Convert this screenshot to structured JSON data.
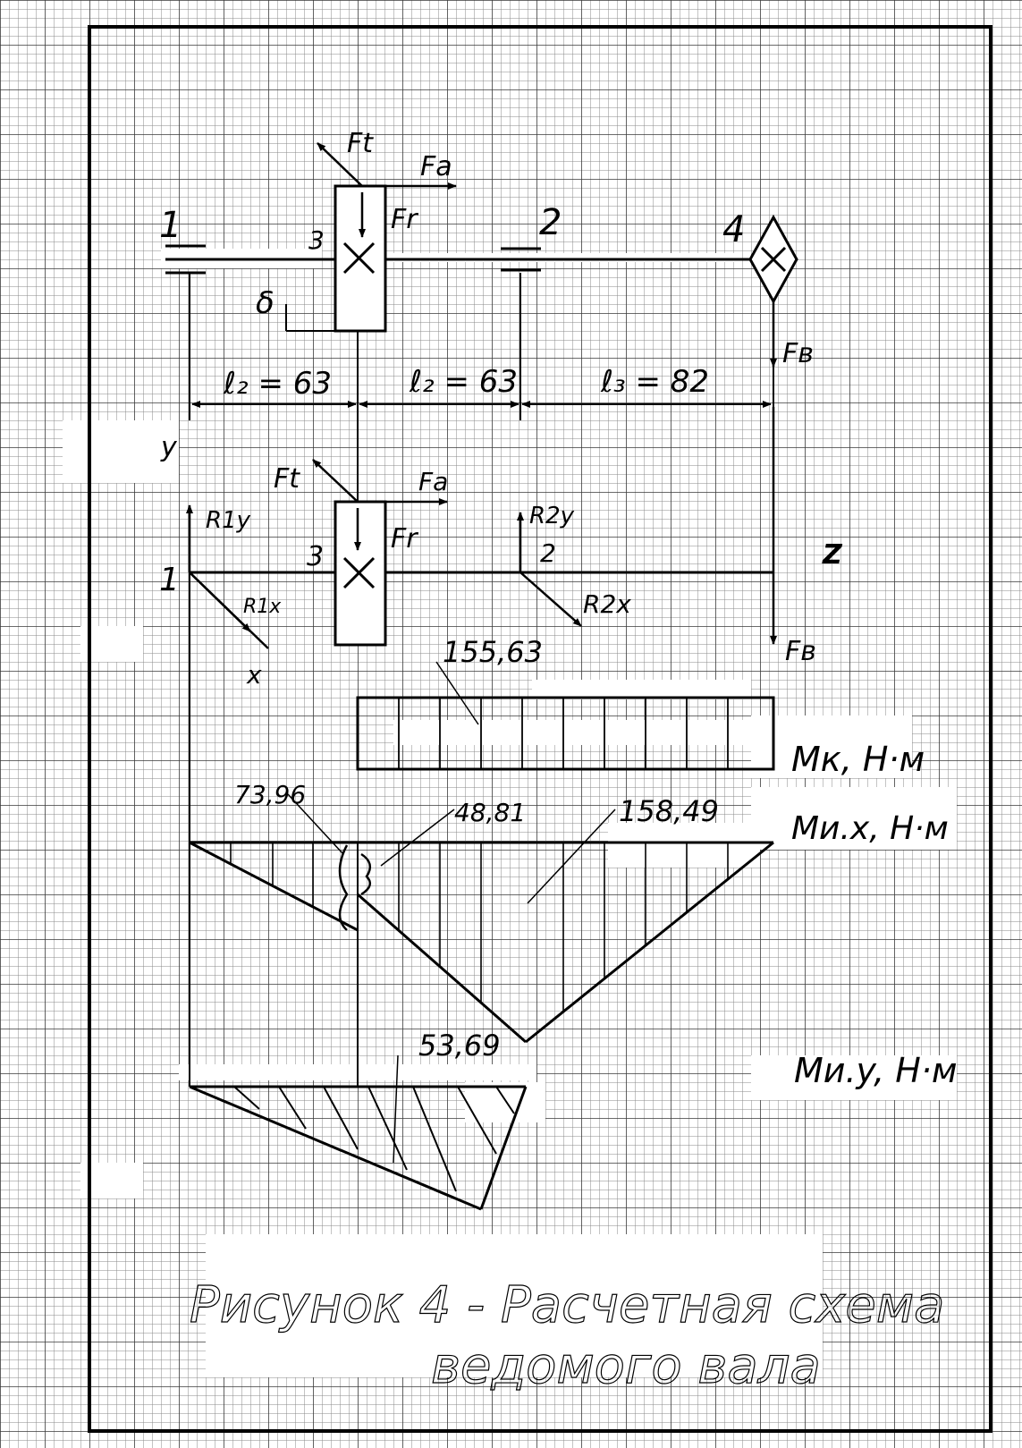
{
  "labels": {
    "ft": "Ft",
    "fa": "Fa",
    "fr": "Fr",
    "fv": "Fв",
    "delta": "δ",
    "pt1": "1",
    "pt2": "2",
    "pt3": "3",
    "pt4": "4",
    "dim1": "ℓ₂ = 63",
    "dim2": "ℓ₂ = 63",
    "dim3": "ℓ₃ = 82",
    "y_axis": "y",
    "x_axis": "x",
    "z_axis": "Z",
    "r1y": "R1y",
    "r1x": "R1x",
    "r2y": "R2y",
    "r2x": "R2x"
  },
  "diagrams": {
    "mk_label": "Mк, Н·м",
    "mk_value": "155,63",
    "mix_label": "Mи.x, Н·м",
    "mix_value_a": "73,96",
    "mix_value_b": "48,81",
    "mix_value_c": "158,49",
    "miy_label": "Mи.y, Н·м",
    "miy_value": "53,69"
  },
  "caption": {
    "line1": "Рисунок 4 - Расчетная схема",
    "line2": "ведомого вала"
  },
  "colors": {
    "grid_fine": "#8a8a8a",
    "grid_major": "#3a3a3a",
    "ink": "#000000"
  }
}
